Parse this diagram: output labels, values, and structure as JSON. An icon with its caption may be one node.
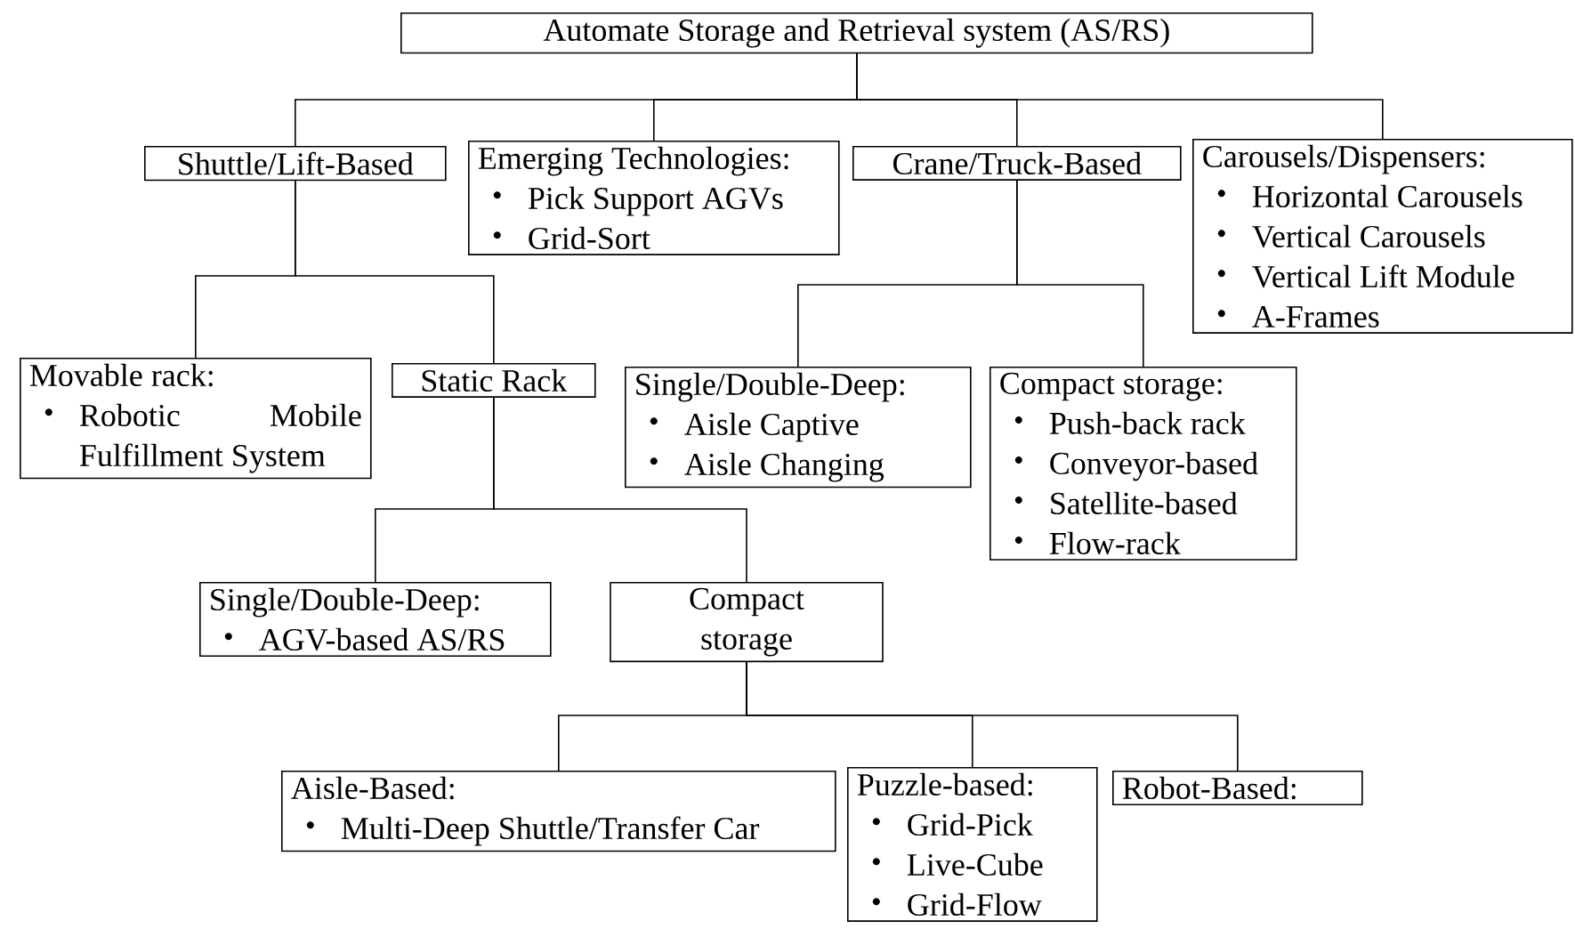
{
  "diagram": {
    "nodes": [
      {
        "text": [
          "Automate Storage and Retrieval system (AS/RS)"
        ]
      },
      {
        "text": [
          "Shuttle/Lift-Based"
        ]
      },
      {
        "text": [
          "Emerging Technologies:",
          "Pick Support AGVs",
          "Grid-Sort"
        ]
      },
      {
        "text": [
          "Crane/Truck-Based"
        ]
      },
      {
        "text": [
          "Carousels/Dispensers:",
          "Horizontal Carousels",
          "Vertical Carousels",
          "Vertical Lift Module",
          "A-Frames"
        ]
      },
      {
        "text": [
          "Movable rack:",
          "Robotic Mobile Fulfillment System"
        ]
      },
      {
        "text": [
          "Static Rack"
        ]
      },
      {
        "text": [
          "Single/Double-Deep:",
          "Aisle Captive",
          "Aisle Changing"
        ]
      },
      {
        "text": [
          "Compact storage:",
          "Push-back rack",
          "Conveyor-based",
          "Satellite-based",
          "Flow-rack"
        ]
      },
      {
        "text": [
          "Single/Double-Deep:",
          "AGV-based AS/RS"
        ]
      },
      {
        "text": [
          "Compact storage"
        ]
      },
      {
        "text": [
          "Aisle-Based:",
          "Multi-Deep Shuttle/Transfer Car"
        ]
      },
      {
        "text": [
          "Puzzle-based:",
          "Grid-Pick",
          "Live-Cube",
          "Grid-Flow"
        ]
      },
      {
        "text": [
          "Robot-Based:"
        ]
      }
    ],
    "edges": [
      {
        "from": 0,
        "to": 1,
        "arrow": "none"
      },
      {
        "from": 0,
        "to": 2,
        "arrow": "none"
      },
      {
        "from": 0,
        "to": 3,
        "arrow": "none"
      },
      {
        "from": 0,
        "to": 4,
        "arrow": "none"
      },
      {
        "from": 1,
        "to": 5,
        "arrow": "none"
      },
      {
        "from": 1,
        "to": 6,
        "arrow": "none"
      },
      {
        "from": 3,
        "to": 7,
        "arrow": "none"
      },
      {
        "from": 3,
        "to": 8,
        "arrow": "none"
      },
      {
        "from": 6,
        "to": 9,
        "arrow": "none"
      },
      {
        "from": 6,
        "to": 10,
        "arrow": "none"
      },
      {
        "from": 10,
        "to": 11,
        "arrow": "none"
      },
      {
        "from": 10,
        "to": 12,
        "arrow": "none"
      },
      {
        "from": 10,
        "to": 13,
        "arrow": "none"
      }
    ]
  }
}
